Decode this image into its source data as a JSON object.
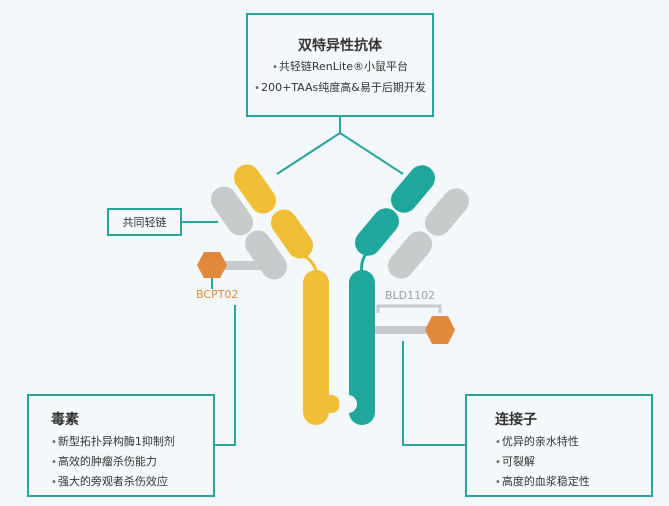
{
  "colors": {
    "teal": "#1fa79c",
    "yellow": "#f0bf36",
    "gray": "#c8cbcc",
    "orange": "#e0883c",
    "line": "#2aa59c",
    "background": "#f3f8fc"
  },
  "top_box": {
    "title": "双特异性抗体",
    "bullets": [
      "共轻链RenLite®小鼠平台",
      "200+TAAs纯度高&易于后期开发"
    ]
  },
  "light_chain_box": {
    "label": "共同轻链"
  },
  "payload_label": "BCPT02",
  "linker_label": "BLD1102",
  "toxin_box": {
    "title": "毒素",
    "bullets": [
      "新型拓扑异构酶1抑制剂",
      "高效的肿瘤杀伤能力",
      "强大的旁观者杀伤效应"
    ]
  },
  "linker_box": {
    "title": "连接子",
    "bullets": [
      "优异的亲水特性",
      "可裂解",
      "高度的血浆稳定性"
    ]
  }
}
